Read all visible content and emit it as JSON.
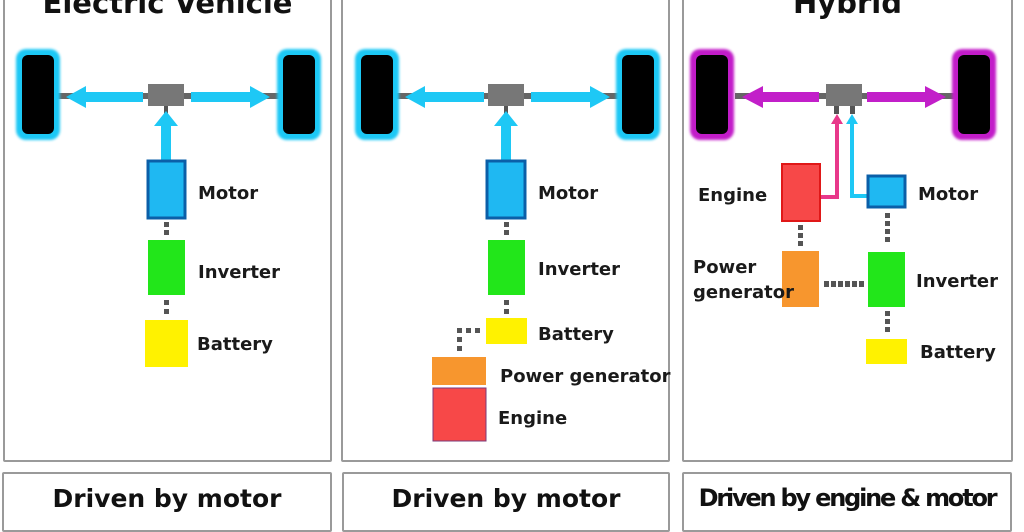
{
  "colors": {
    "wheel": "#000000",
    "ev_glow": "#1ec8f5",
    "hybrid_glow": "#c21fc9",
    "hub": "#777777",
    "motor_fill": "#1fb8f2",
    "motor_border": "#0b5fa8",
    "inverter": "#22e61a",
    "battery": "#fff200",
    "generator": "#f7962e",
    "engine": "#f74848",
    "engine_arrow": "#e8388a",
    "dots": "#555555"
  },
  "panels": [
    {
      "id": "ev",
      "title": "Electric Vehicle",
      "labels": {
        "motor": "Motor",
        "inverter": "Inverter",
        "battery": "Battery"
      },
      "footer": "Driven by motor"
    },
    {
      "id": "rev",
      "title": "",
      "labels": {
        "motor": "Motor",
        "inverter": "Inverter",
        "battery": "Battery",
        "generator": "Power generator",
        "engine": "Engine"
      },
      "footer": "Driven by motor"
    },
    {
      "id": "hybrid",
      "title": "Hybrid",
      "labels": {
        "engine": "Engine",
        "motor": "Motor",
        "generator_line1": "Power",
        "generator_line2": "generator",
        "inverter": "Inverter",
        "battery": "Battery"
      },
      "footer": "Driven by engine & motor"
    }
  ]
}
